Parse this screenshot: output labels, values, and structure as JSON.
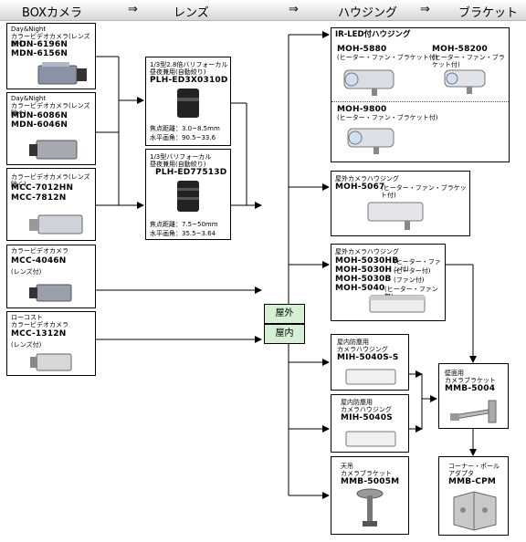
{
  "header": {
    "step1": "BOXカメラ",
    "arrow1": "⇒",
    "step2": "レンズ",
    "arrow2": "⇒",
    "step3": "ハウジング",
    "arrow3": "⇒",
    "step4": "ブラケット"
  },
  "cameras": [
    {
      "lines": [
        "Day&Night",
        "カラービデオカメラ(レンズ除く)"
      ],
      "models": [
        "MDN-6196N",
        "MDN-6156N"
      ]
    },
    {
      "lines": [
        "Day&Night",
        "カラービデオカメラ(レンズ除く)"
      ],
      "models": [
        "MDN-6086N",
        "MDN-6046N"
      ]
    },
    {
      "lines": [
        "カラービデオカメラ(レンズ除く)"
      ],
      "models": [
        "MCC-7012HN",
        "MCC-7812N"
      ]
    },
    {
      "lines": [
        "カラービデオカメラ"
      ],
      "models": [
        "MCC-4046N"
      ],
      "note": "(レンズ付)"
    },
    {
      "lines": [
        "ローコスト",
        "カラービデオカメラ"
      ],
      "models": [
        "MCC-1312N"
      ],
      "note": "(レンズ付)"
    }
  ],
  "lenses": [
    {
      "lines": [
        "1/3型2.8倍バリフォーカル",
        "昼夜兼用(自動絞り)"
      ],
      "model": "PLH-ED3X0310D",
      "spec1": "焦点距離：3.0~8.5mm",
      "spec2": "水平画角：90.5~33.6"
    },
    {
      "lines": [
        "1/3型バリフォーカル",
        "昼夜兼用(自動絞り)"
      ],
      "model": "PLH-ED77513D",
      "spec1": "焦点距離：7.5~50mm",
      "spec2": "水平画角：35.5~3.64"
    }
  ],
  "switch": {
    "outdoor": "屋外",
    "indoor": "屋内"
  },
  "housings": {
    "ir_title": "IR-LED付ハウジング",
    "ir": [
      {
        "model": "MOH-5880",
        "note": "(ヒーター・ファン・ブラケット付)"
      },
      {
        "model": "MOH-58200",
        "note": "(ヒーター・ファン・ブラケット付)"
      },
      {
        "model": "MOH-9800",
        "note": "(ヒーター・ファン・ブラケット付)"
      }
    ],
    "out1": {
      "title": "屋外カメラハウジング",
      "model": "MOH-5067",
      "note": "(ヒーター・ファン・ブラケット付)"
    },
    "out2": {
      "title": "屋外カメラハウジング",
      "items": [
        {
          "model": "MOH-5030HB",
          "note": "(ヒーター・ファン付)"
        },
        {
          "model": "MOH-5030H",
          "note": "(ヒーター付)"
        },
        {
          "model": "MOH-5030B",
          "note": "(ファン付)"
        },
        {
          "model": "MOH-5040",
          "note": "(ヒーター・ファン無)"
        }
      ]
    },
    "in1": {
      "lines": [
        "屋内防塵用",
        "カメラハウジング"
      ],
      "model": "MIH-5040S-S"
    },
    "in2": {
      "lines": [
        "屋内防塵用",
        "カメラハウジング"
      ],
      "model": "MIH-5040S"
    },
    "ceiling": {
      "lines": [
        "天吊",
        "カメラブラケット"
      ],
      "model": "MMB-5005M"
    }
  },
  "brackets": [
    {
      "lines": [
        "壁面用",
        "カメラブラケット"
      ],
      "model": "MMB-5004"
    },
    {
      "lines": [
        "コーナー・ポール",
        "アダプタ"
      ],
      "model": "MMB-CPM"
    }
  ]
}
